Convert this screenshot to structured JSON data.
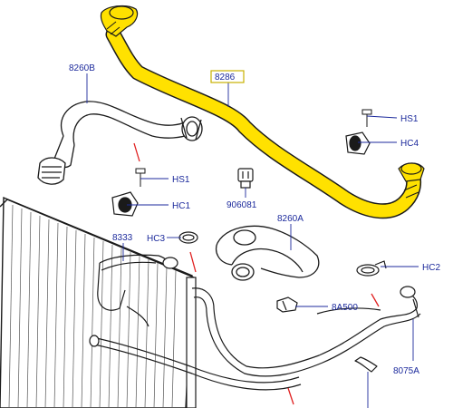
{
  "colors": {
    "label": "#1c2a9c",
    "leader": "#1c2a9c",
    "highlight_hose": "#ffe100",
    "highlight_box": "#c8b100",
    "part_outline": "#1a1a1a",
    "red_marker": "#e02020"
  },
  "labels": {
    "hose_8286": "8286",
    "hose_8260b": "8260B",
    "hose_8260a": "8260A",
    "hose_8333": "8333",
    "hose_8075a": "8075A",
    "sensor_906081": "906081",
    "plug_8a500": "8A500",
    "screw_hs1_right": "HS1",
    "clamp_hc4": "HC4",
    "screw_hs1_left": "HS1",
    "clamp_hc1": "HC1",
    "clamp_hc3": "HC3",
    "clamp_hc2": "HC2"
  }
}
